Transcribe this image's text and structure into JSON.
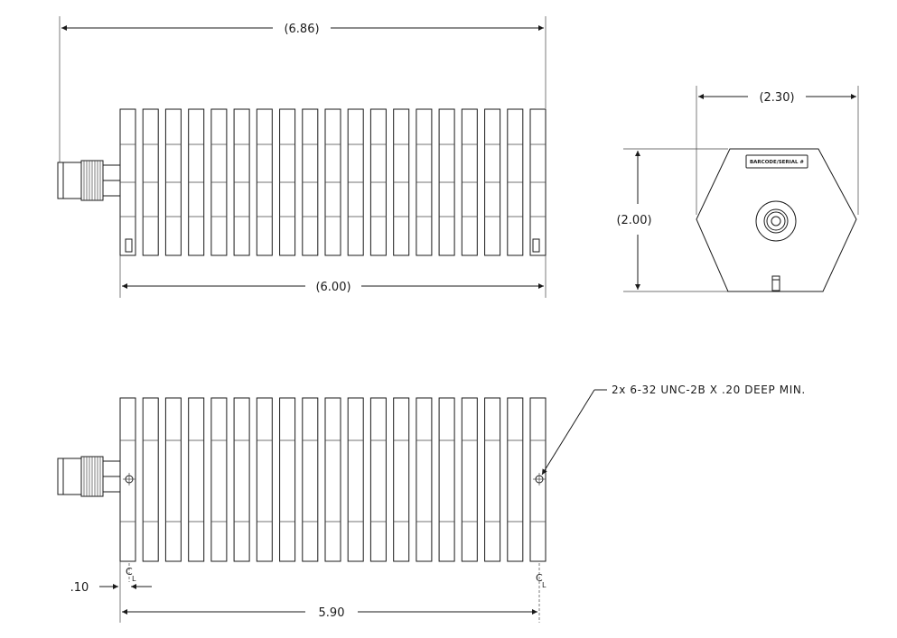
{
  "top_view": {
    "overall_length": "(6.86)",
    "body_length": "(6.00)",
    "fin_count": 19
  },
  "end_view": {
    "width": "(2.30)",
    "height": "(2.00)",
    "label": "BARCODE/SERIAL #"
  },
  "bottom_view": {
    "hole_note": "2x 6-32 UNC-2B X .20 DEEP MIN.",
    "edge_offset": ".10",
    "hole_spacing": "5.90",
    "centerline_left": "C",
    "centerline_right": "C",
    "centerline_sub": "L"
  }
}
